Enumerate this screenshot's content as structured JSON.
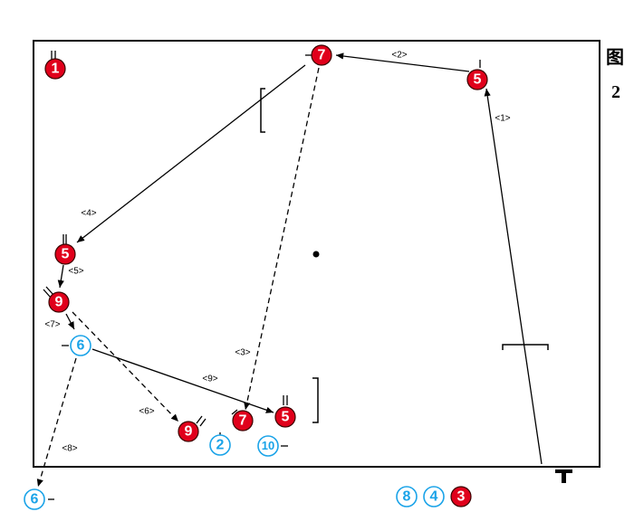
{
  "figure": {
    "label_char": "图",
    "label_num": "2"
  },
  "arrows": [
    {
      "label": "<1>",
      "style": "solid"
    },
    {
      "label": "<2>",
      "style": "solid"
    },
    {
      "label": "<3>",
      "style": "dashed"
    },
    {
      "label": "<4>",
      "style": "solid"
    },
    {
      "label": "<5>",
      "style": "solid"
    },
    {
      "label": "<6>",
      "style": "dashed"
    },
    {
      "label": "<7>",
      "style": "solid"
    },
    {
      "label": "<8>",
      "style": "dashed"
    },
    {
      "label": "<9>",
      "style": "solid"
    }
  ],
  "players": [
    {
      "num": "1",
      "team": "red"
    },
    {
      "num": "7",
      "team": "red"
    },
    {
      "num": "5",
      "team": "red"
    },
    {
      "num": "5",
      "team": "red"
    },
    {
      "num": "9",
      "team": "red"
    },
    {
      "num": "6",
      "team": "blue"
    },
    {
      "num": "9",
      "team": "red"
    },
    {
      "num": "7",
      "team": "red"
    },
    {
      "num": "5",
      "team": "red"
    },
    {
      "num": "2",
      "team": "blue"
    },
    {
      "num": "10",
      "team": "blue"
    },
    {
      "num": "6",
      "team": "blue"
    },
    {
      "num": "8",
      "team": "blue"
    },
    {
      "num": "4",
      "team": "blue"
    },
    {
      "num": "3",
      "team": "red"
    }
  ],
  "colors": {
    "red": "#e0001b",
    "blue": "#1aa3e8",
    "line": "#000000"
  }
}
